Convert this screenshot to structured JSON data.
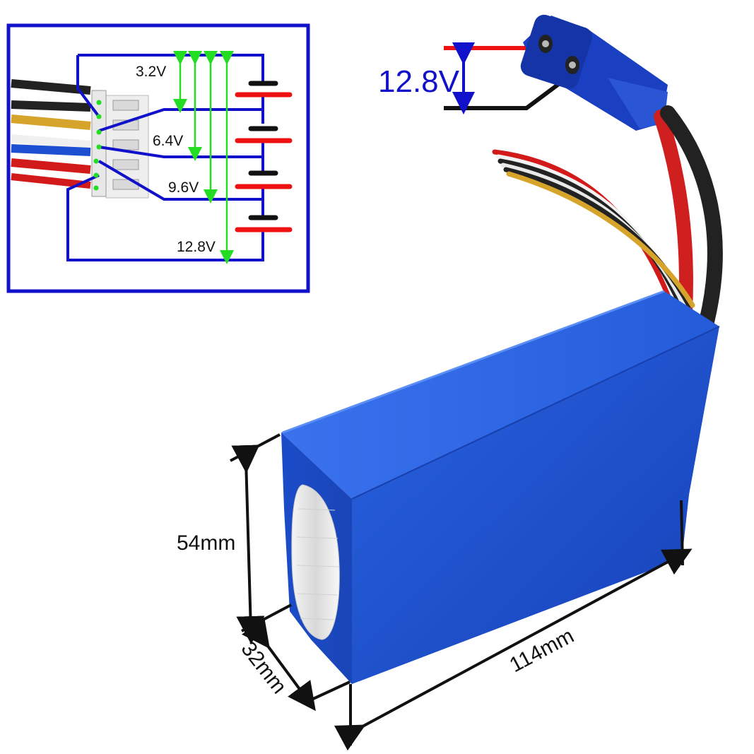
{
  "schematic": {
    "tap_labels": [
      "3.2V",
      "6.4V",
      "9.6V",
      "12.8V"
    ]
  },
  "connector": {
    "voltage_label": "12.8V"
  },
  "dimensions": {
    "height_label": "54mm",
    "width_label": "32mm",
    "length_label": "114mm"
  },
  "colors": {
    "outline_blue": "#1111cc",
    "tap_green": "#22dd22",
    "positive_red": "#ee1111",
    "negative_black": "#111111",
    "pack_blue": "#1c4fd1"
  }
}
